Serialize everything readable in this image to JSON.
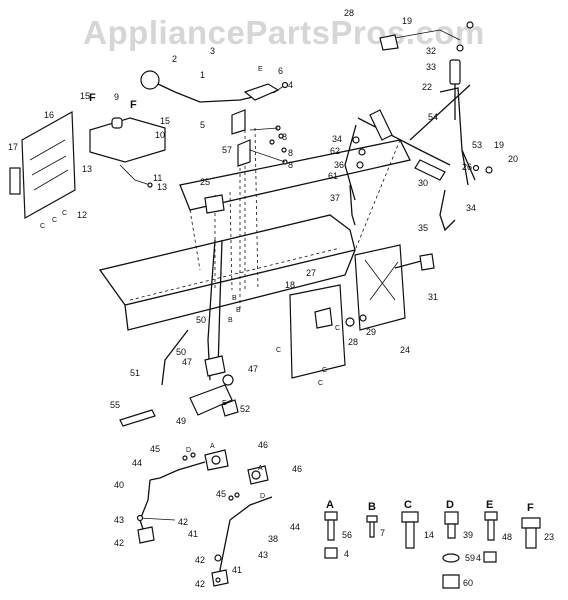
{
  "watermark": "AppliancePartsPros.com",
  "callouts": [
    {
      "id": "p1",
      "text": "1"
    },
    {
      "id": "p2",
      "text": "2"
    },
    {
      "id": "p3",
      "text": "3"
    },
    {
      "id": "p4",
      "text": "4"
    },
    {
      "id": "p5",
      "text": "5"
    },
    {
      "id": "p6",
      "text": "6"
    },
    {
      "id": "p8a",
      "text": "8"
    },
    {
      "id": "p8b",
      "text": "8"
    },
    {
      "id": "p8c",
      "text": "8"
    },
    {
      "id": "p9",
      "text": "9"
    },
    {
      "id": "p10",
      "text": "10"
    },
    {
      "id": "p11",
      "text": "11"
    },
    {
      "id": "p12",
      "text": "12"
    },
    {
      "id": "p13a",
      "text": "13"
    },
    {
      "id": "p13b",
      "text": "13"
    },
    {
      "id": "p15a",
      "text": "15"
    },
    {
      "id": "p15b",
      "text": "15"
    },
    {
      "id": "p16",
      "text": "16"
    },
    {
      "id": "p17",
      "text": "17"
    },
    {
      "id": "p18",
      "text": "18"
    },
    {
      "id": "p19a",
      "text": "19"
    },
    {
      "id": "p19b",
      "text": "19"
    },
    {
      "id": "p20",
      "text": "20"
    },
    {
      "id": "p22",
      "text": "22"
    },
    {
      "id": "p24",
      "text": "24"
    },
    {
      "id": "p25",
      "text": "25"
    },
    {
      "id": "p26",
      "text": "26"
    },
    {
      "id": "p27",
      "text": "27"
    },
    {
      "id": "p28",
      "text": "28"
    },
    {
      "id": "p29",
      "text": "29"
    },
    {
      "id": "p30",
      "text": "30"
    },
    {
      "id": "p31",
      "text": "31"
    },
    {
      "id": "p32",
      "text": "32"
    },
    {
      "id": "p33",
      "text": "33"
    },
    {
      "id": "p34a",
      "text": "34"
    },
    {
      "id": "p34b",
      "text": "34"
    },
    {
      "id": "p35",
      "text": "35"
    },
    {
      "id": "p36",
      "text": "36"
    },
    {
      "id": "p37",
      "text": "37"
    },
    {
      "id": "p38",
      "text": "38"
    },
    {
      "id": "p40",
      "text": "40"
    },
    {
      "id": "p41a",
      "text": "41"
    },
    {
      "id": "p41b",
      "text": "41"
    },
    {
      "id": "p42a",
      "text": "42"
    },
    {
      "id": "p42b",
      "text": "42"
    },
    {
      "id": "p42c",
      "text": "42"
    },
    {
      "id": "p42d",
      "text": "42"
    },
    {
      "id": "p43a",
      "text": "43"
    },
    {
      "id": "p43b",
      "text": "43"
    },
    {
      "id": "p44a",
      "text": "44"
    },
    {
      "id": "p44b",
      "text": "44"
    },
    {
      "id": "p45a",
      "text": "45"
    },
    {
      "id": "p45b",
      "text": "45"
    },
    {
      "id": "p46a",
      "text": "46"
    },
    {
      "id": "p46b",
      "text": "46"
    },
    {
      "id": "p47a",
      "text": "47"
    },
    {
      "id": "p47b",
      "text": "47"
    },
    {
      "id": "p49",
      "text": "49"
    },
    {
      "id": "p50a",
      "text": "50"
    },
    {
      "id": "p50b",
      "text": "50"
    },
    {
      "id": "p51",
      "text": "51"
    },
    {
      "id": "p52",
      "text": "52"
    },
    {
      "id": "p53",
      "text": "53"
    },
    {
      "id": "p54",
      "text": "54"
    },
    {
      "id": "p55",
      "text": "55"
    },
    {
      "id": "p57",
      "text": "57"
    },
    {
      "id": "p61",
      "text": "61"
    },
    {
      "id": "p62",
      "text": "62"
    },
    {
      "id": "p28top",
      "text": "28"
    }
  ],
  "letters": [
    {
      "id": "lF1",
      "text": "F"
    },
    {
      "id": "lF2",
      "text": "F"
    },
    {
      "id": "lE1",
      "text": "E"
    },
    {
      "id": "lE2",
      "text": "E"
    },
    {
      "id": "lA1",
      "text": "A"
    },
    {
      "id": "lA2",
      "text": "A"
    },
    {
      "id": "lD1",
      "text": "D"
    },
    {
      "id": "lD2",
      "text": "D"
    },
    {
      "id": "lC1",
      "text": "C"
    },
    {
      "id": "lC2",
      "text": "C"
    },
    {
      "id": "lC3",
      "text": "C"
    },
    {
      "id": "lC4",
      "text": "C"
    },
    {
      "id": "lC5",
      "text": "C"
    },
    {
      "id": "lC6",
      "text": "C"
    },
    {
      "id": "lC7",
      "text": "C"
    },
    {
      "id": "lB1",
      "text": "B"
    },
    {
      "id": "lB2",
      "text": "B"
    },
    {
      "id": "lB3",
      "text": "B"
    }
  ],
  "hardware_key": [
    {
      "letter": "A",
      "numbers": [
        "56",
        "4"
      ]
    },
    {
      "letter": "B",
      "numbers": [
        "7"
      ]
    },
    {
      "letter": "C",
      "numbers": [
        "14"
      ]
    },
    {
      "letter": "D",
      "numbers": [
        "39",
        "59",
        "60"
      ]
    },
    {
      "letter": "E",
      "numbers": [
        "48",
        "4"
      ]
    },
    {
      "letter": "F",
      "numbers": [
        "23"
      ]
    }
  ]
}
